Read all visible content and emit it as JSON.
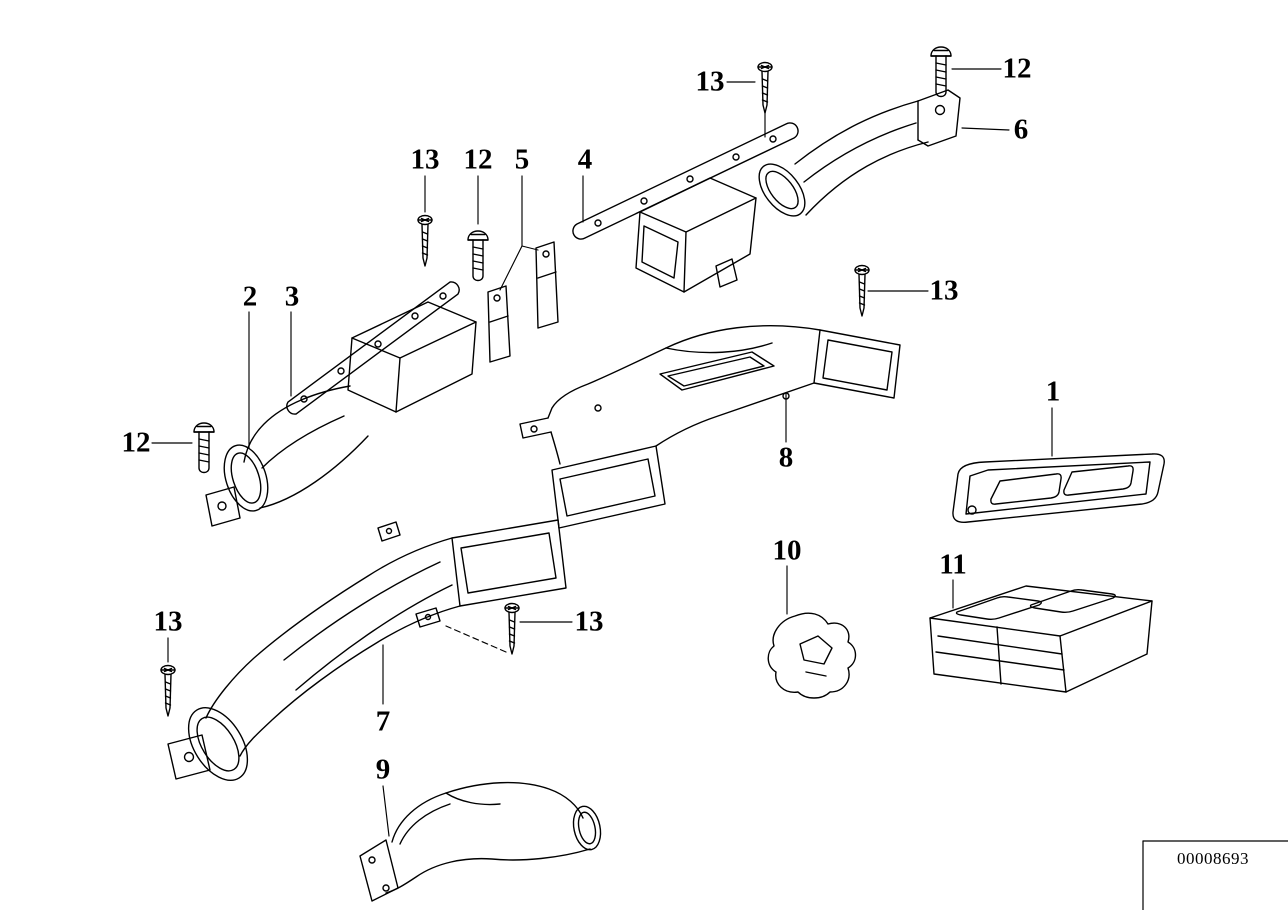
{
  "diagram": {
    "background_color": "#ffffff",
    "line_color": "#000000",
    "code": "00008693"
  },
  "labels": [
    {
      "text": "13"
    },
    {
      "text": "12"
    },
    {
      "text": "6"
    },
    {
      "text": "13"
    },
    {
      "text": "12"
    },
    {
      "text": "5"
    },
    {
      "text": "4"
    },
    {
      "text": "2"
    },
    {
      "text": "3"
    },
    {
      "text": "13"
    },
    {
      "text": "1"
    },
    {
      "text": "8"
    },
    {
      "text": "12"
    },
    {
      "text": "10"
    },
    {
      "text": "11"
    },
    {
      "text": "13"
    },
    {
      "text": "13"
    },
    {
      "text": "7"
    },
    {
      "text": "9"
    }
  ]
}
